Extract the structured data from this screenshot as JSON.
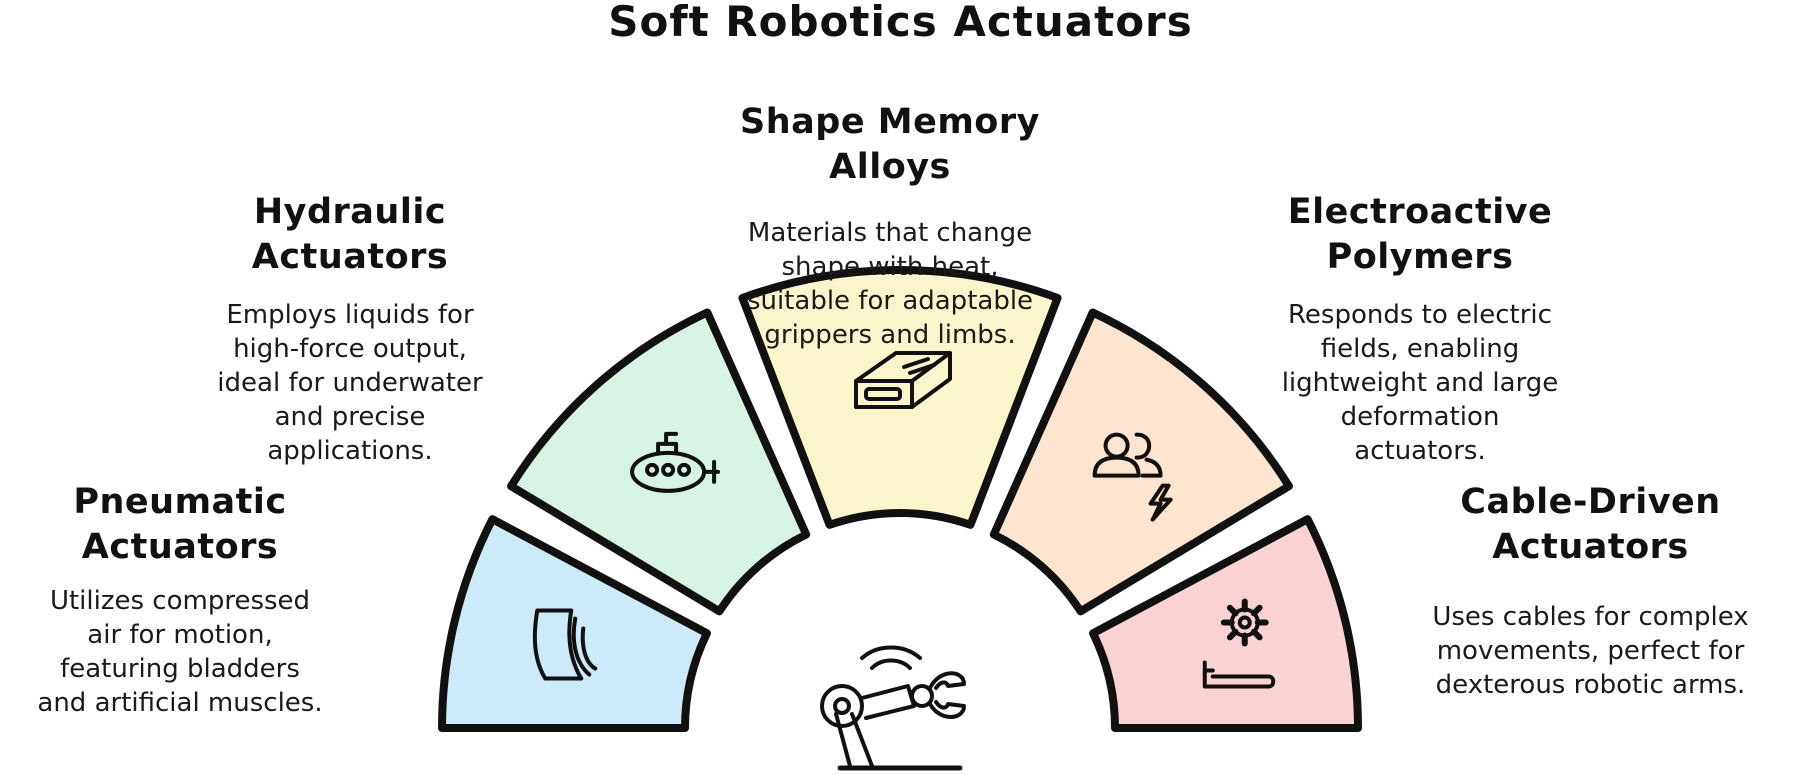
{
  "title": "Soft Robotics Actuators",
  "segments": [
    {
      "name": "Pneumatic\nActuators",
      "description": "Utilizes compressed\nair for motion,\nfeaturing bladders\nand artificial muscles.",
      "color": "#cdeaf8",
      "icon": "paper-sheets-icon"
    },
    {
      "name": "Hydraulic\nActuators",
      "description": "Employs liquids for\nhigh-force output,\nideal for underwater\nand precise\napplications.",
      "color": "#d7f3e3",
      "icon": "submarine-icon"
    },
    {
      "name": "Shape Memory\nAlloys",
      "description": "Materials that change\nshape with heat,\nsuitable for adaptable\ngrippers and limbs.",
      "color": "#fbf5cc",
      "icon": "metal-bar-icon"
    },
    {
      "name": "Electroactive\nPolymers",
      "description": "Responds to electric\nfields, enabling\nlightweight and large\ndeformation\nactuators.",
      "color": "#fde4cf",
      "icon": "users-lightning-icon"
    },
    {
      "name": "Cable-Driven\nActuators",
      "description": "Uses cables for complex\nmovements, perfect for\ndexterous robotic arms.",
      "color": "#fbd2d2",
      "icon": "gear-hand-icon"
    }
  ],
  "center_icon": "robotic-arm-icon"
}
